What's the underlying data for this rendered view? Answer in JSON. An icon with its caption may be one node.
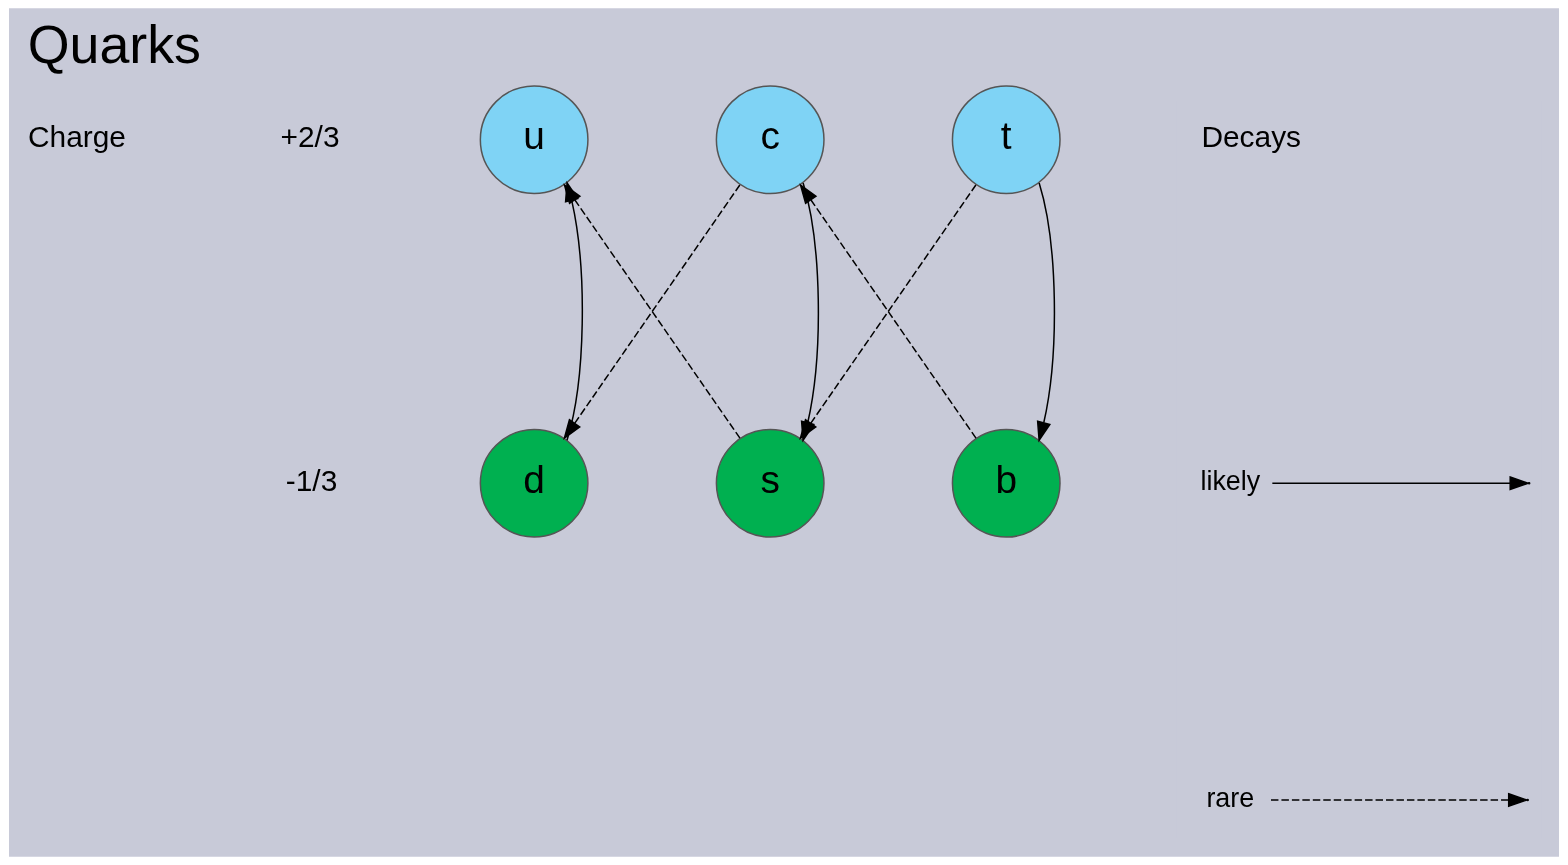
{
  "diagram": {
    "title": "Quarks",
    "nodes": [
      {
        "text": [
          "u"
        ]
      },
      {
        "text": [
          "c"
        ]
      },
      {
        "text": [
          "t"
        ]
      },
      {
        "text": [
          "d"
        ]
      },
      {
        "text": [
          "s"
        ]
      },
      {
        "text": [
          "b"
        ]
      }
    ],
    "edges": [
      {
        "from": 3,
        "to": 0,
        "arrow": "to"
      },
      {
        "from": 4,
        "to": 0,
        "arrow": "to",
        "style": "dashed"
      },
      {
        "from": 1,
        "to": 3,
        "arrow": "to",
        "style": "dashed"
      },
      {
        "from": 1,
        "to": 4,
        "arrow": "to"
      },
      {
        "from": 5,
        "to": 1,
        "arrow": "to",
        "style": "dashed"
      },
      {
        "from": 2,
        "to": 4,
        "arrow": "to",
        "style": "dashed"
      },
      {
        "from": 2,
        "to": 5,
        "arrow": "to"
      }
    ],
    "labels": [
      "Charge",
      "+2/3",
      "Decays",
      "-1/3"
    ],
    "legend": [
      {
        "text": "likely"
      },
      {
        "text": "rare"
      }
    ]
  }
}
